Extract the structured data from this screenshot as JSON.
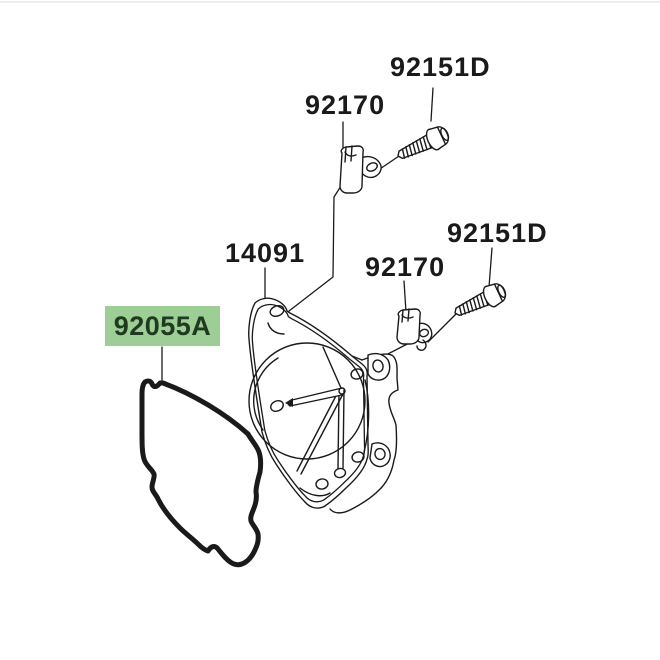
{
  "diagram": {
    "type": "exploded-parts-diagram",
    "labels": {
      "bolt_top": "92151D",
      "clamp_top": "92170",
      "cover": "14091",
      "clamp_right": "92170",
      "bolt_right": "92151D",
      "gasket": "92055A"
    },
    "highlight": {
      "part": "gasket",
      "background_color": "#9dce96",
      "text_color": "#203a20"
    },
    "line_color": "#1a1a1a",
    "background_color": "#ffffff"
  }
}
